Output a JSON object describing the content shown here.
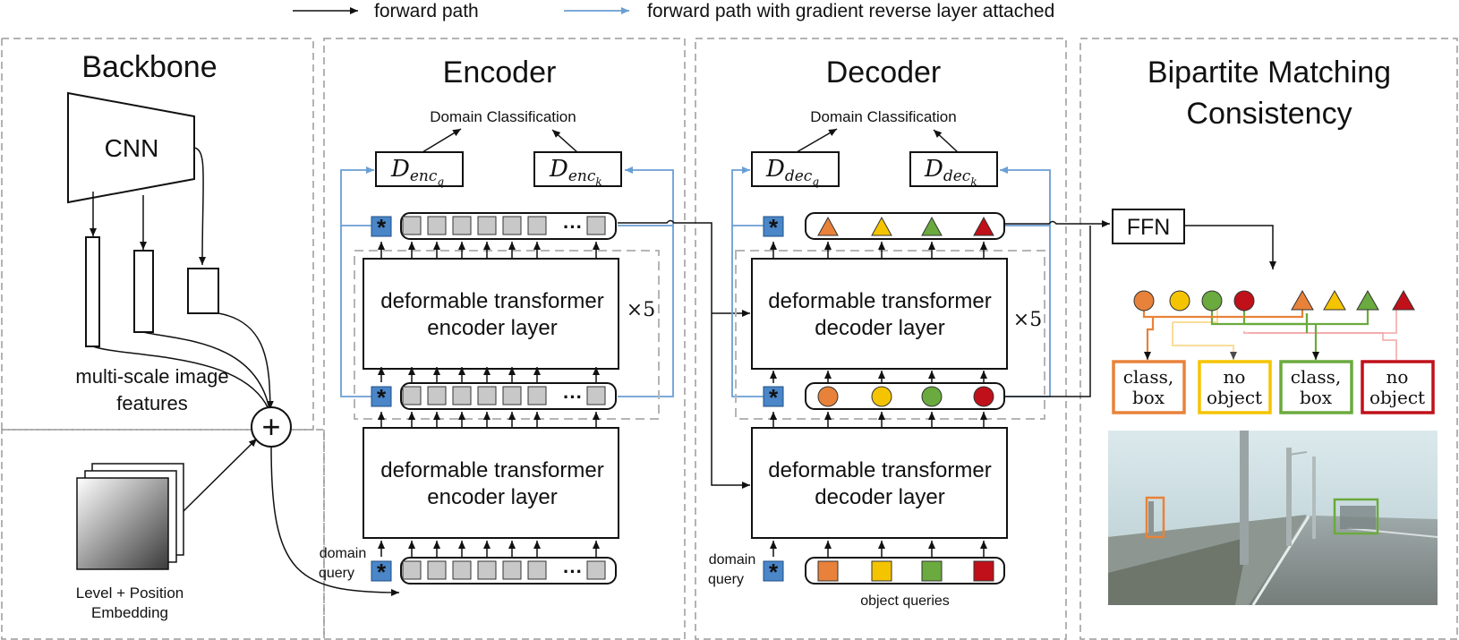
{
  "legend": {
    "forward": "forward path",
    "forward_grl": "forward path with gradient reverse layer attached"
  },
  "backbone": {
    "title": "Backbone",
    "cnn": "CNN",
    "features_label_1": "multi-scale image",
    "features_label_2": "features",
    "embed_label_1": "Level + Position",
    "embed_label_2": "Embedding",
    "plus": "+"
  },
  "encoder": {
    "title": "Encoder",
    "domain_classification": "Domain Classification",
    "d_enc_q_main": "D",
    "d_enc_q_sub": "enc",
    "d_enc_q_subsub": "q",
    "d_enc_k_main": "D",
    "d_enc_k_sub": "enc",
    "d_enc_k_subsub": "k",
    "layer_top_1": "deformable transformer",
    "layer_top_2": "encoder layer",
    "repeat": "×5",
    "layer_bottom_1": "deformable transformer",
    "layer_bottom_2": "encoder layer",
    "domain_query_1": "domain",
    "domain_query_2": "query",
    "query_symbol": "*",
    "ellipsis": "···"
  },
  "decoder": {
    "title": "Decoder",
    "domain_classification": "Domain Classification",
    "d_dec_q_main": "D",
    "d_dec_q_sub": "dec",
    "d_dec_q_subsub": "q",
    "d_dec_k_main": "D",
    "d_dec_k_sub": "dec",
    "d_dec_k_subsub": "k",
    "layer_top_1": "deformable transformer",
    "layer_top_2": "decoder layer",
    "repeat": "×5",
    "layer_bottom_1": "deformable transformer",
    "layer_bottom_2": "decoder layer",
    "domain_query_1": "domain",
    "domain_query_2": "query",
    "query_symbol": "*",
    "object_queries": "object queries"
  },
  "matching": {
    "title_1": "Bipartite Matching",
    "title_2": "Consistency",
    "ffn": "FFN",
    "box1_1": "class,",
    "box1_2": "box",
    "box2_1": "no",
    "box2_2": "object",
    "box3_1": "class,",
    "box3_2": "box",
    "box4_1": "no",
    "box4_2": "object"
  },
  "colors": {
    "orange": "#e8823a",
    "yellow": "#f5c400",
    "green": "#6aaa3e",
    "red": "#c0101a",
    "blue_arrow": "#6a9fd3",
    "query_blue": "#4a86c8"
  }
}
